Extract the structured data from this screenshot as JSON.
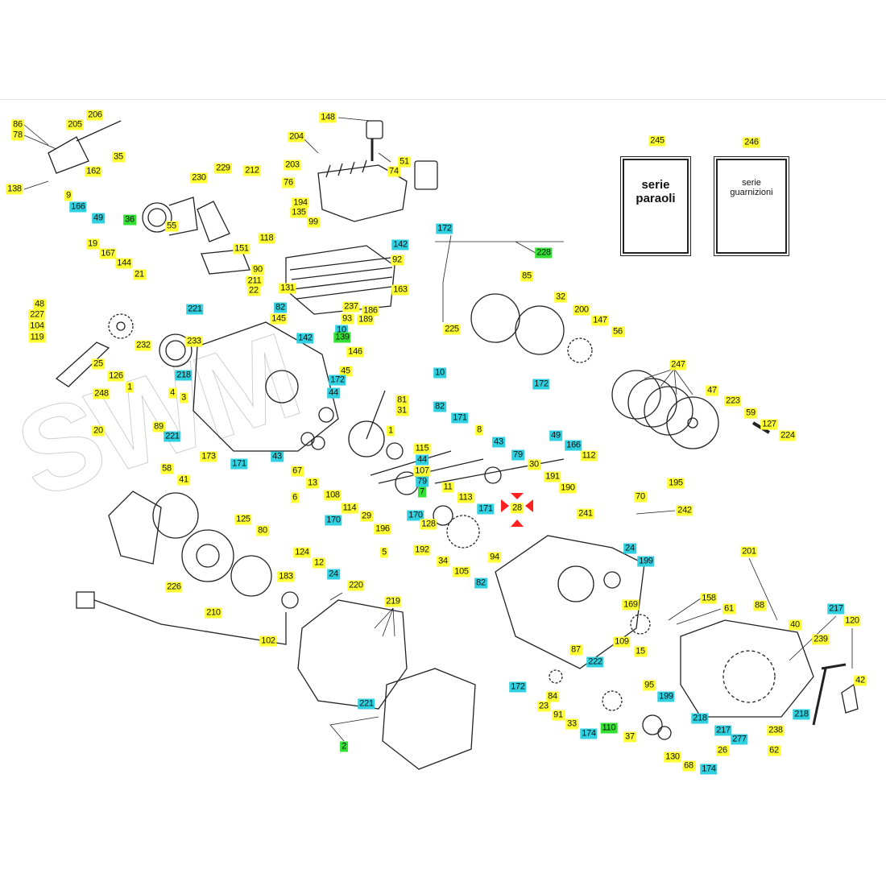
{
  "diagram_title": "",
  "watermark_text": "SWM",
  "kits": [
    {
      "number": "245",
      "line1": "serie",
      "line2": "paraoli"
    },
    {
      "number": "246",
      "line1": "serie",
      "line2": "guarnizioni"
    }
  ],
  "colors": {
    "standard": "#ffff33",
    "highlight_cyan": "#2fd0e0",
    "highlight_green": "#33e033",
    "marker_red": "#ff2020"
  },
  "labels": [
    {
      "text": "86",
      "kind": "y"
    },
    {
      "text": "78",
      "kind": "y"
    },
    {
      "text": "205",
      "kind": "y"
    },
    {
      "text": "206",
      "kind": "y"
    },
    {
      "text": "35",
      "kind": "y"
    },
    {
      "text": "162",
      "kind": "y"
    },
    {
      "text": "138",
      "kind": "y"
    },
    {
      "text": "9",
      "kind": "y"
    },
    {
      "text": "166",
      "kind": "c"
    },
    {
      "text": "49",
      "kind": "c"
    },
    {
      "text": "36",
      "kind": "g"
    },
    {
      "text": "230",
      "kind": "y"
    },
    {
      "text": "229",
      "kind": "y"
    },
    {
      "text": "212",
      "kind": "y"
    },
    {
      "text": "204",
      "kind": "y"
    },
    {
      "text": "148",
      "kind": "y"
    },
    {
      "text": "203",
      "kind": "y"
    },
    {
      "text": "76",
      "kind": "y"
    },
    {
      "text": "194",
      "kind": "y"
    },
    {
      "text": "135",
      "kind": "y"
    },
    {
      "text": "99",
      "kind": "y"
    },
    {
      "text": "51",
      "kind": "y"
    },
    {
      "text": "74",
      "kind": "y"
    },
    {
      "text": "55",
      "kind": "y"
    },
    {
      "text": "151",
      "kind": "y"
    },
    {
      "text": "118",
      "kind": "y"
    },
    {
      "text": "142",
      "kind": "c"
    },
    {
      "text": "92",
      "kind": "y"
    },
    {
      "text": "172",
      "kind": "c"
    },
    {
      "text": "19",
      "kind": "y"
    },
    {
      "text": "167",
      "kind": "y"
    },
    {
      "text": "144",
      "kind": "y"
    },
    {
      "text": "21",
      "kind": "y"
    },
    {
      "text": "90",
      "kind": "y"
    },
    {
      "text": "211",
      "kind": "y"
    },
    {
      "text": "22",
      "kind": "y"
    },
    {
      "text": "131",
      "kind": "y"
    },
    {
      "text": "163",
      "kind": "y"
    },
    {
      "text": "48",
      "kind": "y"
    },
    {
      "text": "227",
      "kind": "y"
    },
    {
      "text": "104",
      "kind": "y"
    },
    {
      "text": "119",
      "kind": "y"
    },
    {
      "text": "221",
      "kind": "c"
    },
    {
      "text": "82",
      "kind": "c"
    },
    {
      "text": "145",
      "kind": "y"
    },
    {
      "text": "237",
      "kind": "y"
    },
    {
      "text": "186",
      "kind": "y"
    },
    {
      "text": "189",
      "kind": "y"
    },
    {
      "text": "93",
      "kind": "y"
    },
    {
      "text": "10",
      "kind": "c"
    },
    {
      "text": "139",
      "kind": "g"
    },
    {
      "text": "142",
      "kind": "c"
    },
    {
      "text": "146",
      "kind": "y"
    },
    {
      "text": "232",
      "kind": "y"
    },
    {
      "text": "233",
      "kind": "y"
    },
    {
      "text": "25",
      "kind": "y"
    },
    {
      "text": "126",
      "kind": "y"
    },
    {
      "text": "1",
      "kind": "y"
    },
    {
      "text": "218",
      "kind": "c"
    },
    {
      "text": "4",
      "kind": "y"
    },
    {
      "text": "3",
      "kind": "y"
    },
    {
      "text": "248",
      "kind": "y"
    },
    {
      "text": "20",
      "kind": "y"
    },
    {
      "text": "89",
      "kind": "y"
    },
    {
      "text": "221",
      "kind": "c"
    },
    {
      "text": "45",
      "kind": "y"
    },
    {
      "text": "172",
      "kind": "c"
    },
    {
      "text": "44",
      "kind": "c"
    },
    {
      "text": "81",
      "kind": "y"
    },
    {
      "text": "31",
      "kind": "y"
    },
    {
      "text": "82",
      "kind": "c"
    },
    {
      "text": "10",
      "kind": "c"
    },
    {
      "text": "1",
      "kind": "y"
    },
    {
      "text": "171",
      "kind": "c"
    },
    {
      "text": "8",
      "kind": "y"
    },
    {
      "text": "43",
      "kind": "c"
    },
    {
      "text": "115",
      "kind": "y"
    },
    {
      "text": "44",
      "kind": "c"
    },
    {
      "text": "107",
      "kind": "y"
    },
    {
      "text": "79",
      "kind": "c"
    },
    {
      "text": "7",
      "kind": "g"
    },
    {
      "text": "173",
      "kind": "y"
    },
    {
      "text": "171",
      "kind": "c"
    },
    {
      "text": "58",
      "kind": "y"
    },
    {
      "text": "41",
      "kind": "y"
    },
    {
      "text": "43",
      "kind": "c"
    },
    {
      "text": "67",
      "kind": "y"
    },
    {
      "text": "13",
      "kind": "y"
    },
    {
      "text": "108",
      "kind": "y"
    },
    {
      "text": "114",
      "kind": "y"
    },
    {
      "text": "29",
      "kind": "y"
    },
    {
      "text": "6",
      "kind": "y"
    },
    {
      "text": "125",
      "kind": "y"
    },
    {
      "text": "80",
      "kind": "y"
    },
    {
      "text": "170",
      "kind": "c"
    },
    {
      "text": "124",
      "kind": "y"
    },
    {
      "text": "12",
      "kind": "y"
    },
    {
      "text": "196",
      "kind": "y"
    },
    {
      "text": "5",
      "kind": "y"
    },
    {
      "text": "170",
      "kind": "c"
    },
    {
      "text": "128",
      "kind": "y"
    },
    {
      "text": "192",
      "kind": "y"
    },
    {
      "text": "34",
      "kind": "y"
    },
    {
      "text": "11",
      "kind": "y"
    },
    {
      "text": "113",
      "kind": "y"
    },
    {
      "text": "105",
      "kind": "y"
    },
    {
      "text": "171",
      "kind": "c"
    },
    {
      "text": "28",
      "kind": "y"
    },
    {
      "text": "79",
      "kind": "c"
    },
    {
      "text": "30",
      "kind": "y"
    },
    {
      "text": "191",
      "kind": "y"
    },
    {
      "text": "190",
      "kind": "y"
    },
    {
      "text": "49",
      "kind": "c"
    },
    {
      "text": "166",
      "kind": "c"
    },
    {
      "text": "112",
      "kind": "y"
    },
    {
      "text": "241",
      "kind": "y"
    },
    {
      "text": "70",
      "kind": "y"
    },
    {
      "text": "242",
      "kind": "y"
    },
    {
      "text": "94",
      "kind": "y"
    },
    {
      "text": "82",
      "kind": "c"
    },
    {
      "text": "24",
      "kind": "c"
    },
    {
      "text": "183",
      "kind": "y"
    },
    {
      "text": "226",
      "kind": "y"
    },
    {
      "text": "210",
      "kind": "y"
    },
    {
      "text": "102",
      "kind": "y"
    },
    {
      "text": "220",
      "kind": "y"
    },
    {
      "text": "219",
      "kind": "y"
    },
    {
      "text": "221",
      "kind": "c"
    },
    {
      "text": "2",
      "kind": "g"
    },
    {
      "text": "24",
      "kind": "c"
    },
    {
      "text": "199",
      "kind": "c"
    },
    {
      "text": "169",
      "kind": "y"
    },
    {
      "text": "109",
      "kind": "y"
    },
    {
      "text": "15",
      "kind": "y"
    },
    {
      "text": "158",
      "kind": "y"
    },
    {
      "text": "61",
      "kind": "y"
    },
    {
      "text": "172",
      "kind": "c"
    },
    {
      "text": "84",
      "kind": "y"
    },
    {
      "text": "23",
      "kind": "y"
    },
    {
      "text": "91",
      "kind": "y"
    },
    {
      "text": "33",
      "kind": "y"
    },
    {
      "text": "174",
      "kind": "c"
    },
    {
      "text": "110",
      "kind": "g"
    },
    {
      "text": "37",
      "kind": "y"
    },
    {
      "text": "87",
      "kind": "y"
    },
    {
      "text": "222",
      "kind": "c"
    },
    {
      "text": "95",
      "kind": "y"
    },
    {
      "text": "199",
      "kind": "c"
    },
    {
      "text": "130",
      "kind": "y"
    },
    {
      "text": "68",
      "kind": "y"
    },
    {
      "text": "174",
      "kind": "c"
    },
    {
      "text": "26",
      "kind": "y"
    },
    {
      "text": "218",
      "kind": "c"
    },
    {
      "text": "217",
      "kind": "c"
    },
    {
      "text": "277",
      "kind": "c"
    },
    {
      "text": "238",
      "kind": "y"
    },
    {
      "text": "218",
      "kind": "c"
    },
    {
      "text": "62",
      "kind": "y"
    },
    {
      "text": "42",
      "kind": "y"
    },
    {
      "text": "120",
      "kind": "y"
    },
    {
      "text": "239",
      "kind": "y"
    },
    {
      "text": "217",
      "kind": "c"
    },
    {
      "text": "40",
      "kind": "y"
    },
    {
      "text": "88",
      "kind": "y"
    },
    {
      "text": "201",
      "kind": "y"
    },
    {
      "text": "228",
      "kind": "g"
    },
    {
      "text": "85",
      "kind": "y"
    },
    {
      "text": "32",
      "kind": "y"
    },
    {
      "text": "200",
      "kind": "y"
    },
    {
      "text": "147",
      "kind": "y"
    },
    {
      "text": "56",
      "kind": "y"
    },
    {
      "text": "225",
      "kind": "y"
    },
    {
      "text": "172",
      "kind": "c"
    },
    {
      "text": "247",
      "kind": "y"
    },
    {
      "text": "47",
      "kind": "y"
    },
    {
      "text": "223",
      "kind": "y"
    },
    {
      "text": "59",
      "kind": "y"
    },
    {
      "text": "127",
      "kind": "y"
    },
    {
      "text": "224",
      "kind": "y"
    },
    {
      "text": "195",
      "kind": "y"
    }
  ]
}
